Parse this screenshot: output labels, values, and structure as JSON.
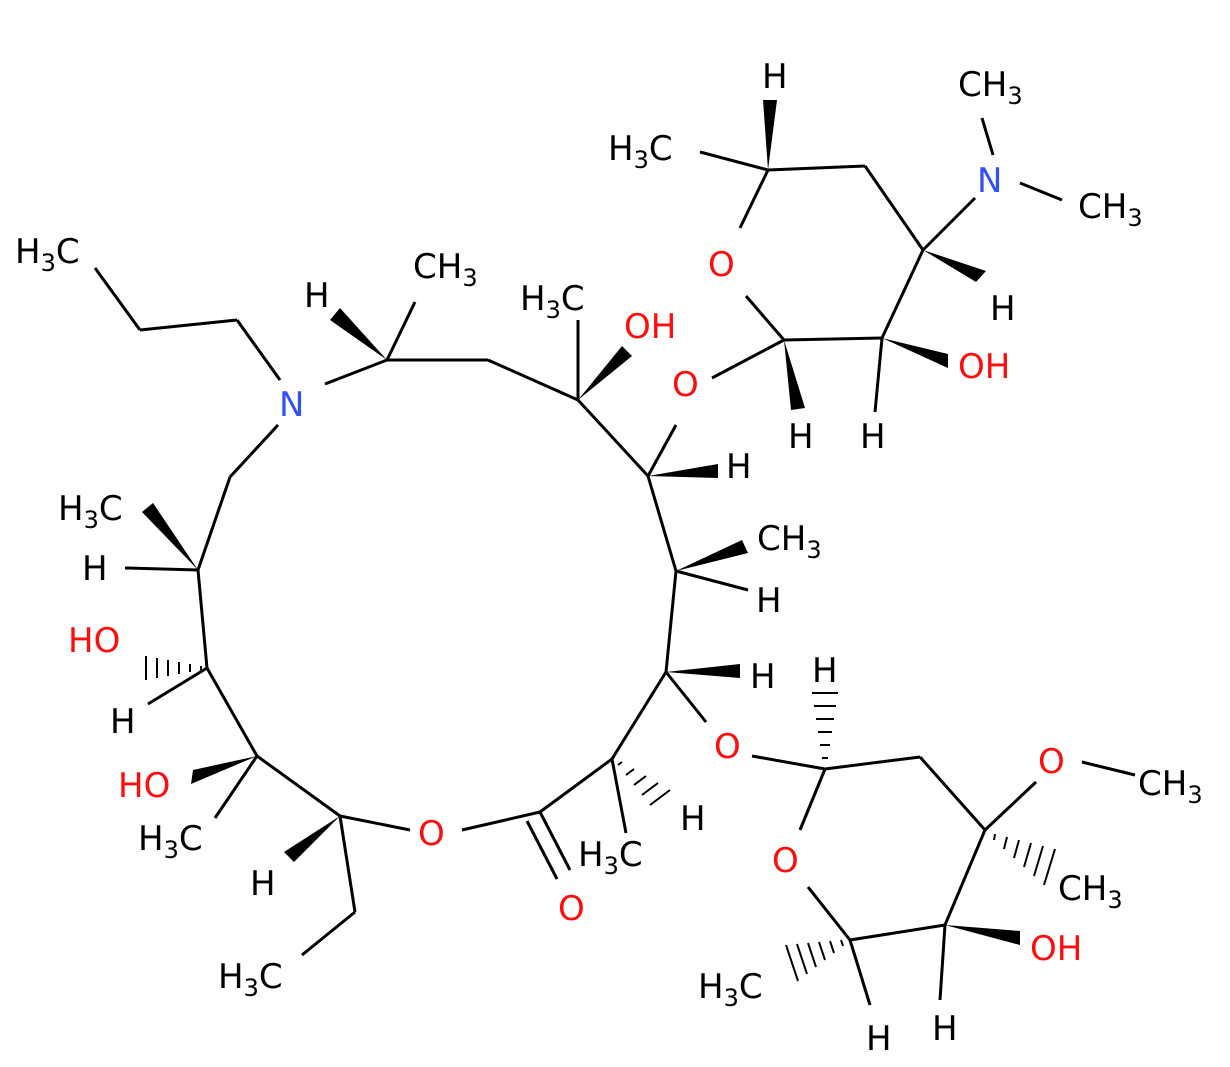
{
  "colors": {
    "carbon": "#000000",
    "oxygen": "#ff0d0d",
    "nitrogen": "#3050f8",
    "background": "#ffffff"
  },
  "atoms": [
    {
      "id": "n-ring",
      "el": "N",
      "text": "N"
    },
    {
      "id": "o-ester",
      "el": "O",
      "text": "O"
    },
    {
      "id": "o-carbonyl",
      "el": "O",
      "text": "O"
    },
    {
      "id": "o-link-upper",
      "el": "O",
      "text": "O"
    },
    {
      "id": "o-link-lower",
      "el": "O",
      "text": "O"
    },
    {
      "id": "o-ring-desosamine",
      "el": "O",
      "text": "O"
    },
    {
      "id": "o-ring-cladinose",
      "el": "O",
      "text": "O"
    },
    {
      "id": "o-methoxy",
      "el": "O",
      "text": "O"
    },
    {
      "id": "n-dimethylamino",
      "el": "N",
      "text": "N"
    }
  ],
  "groups": [
    {
      "id": "propyl-ch3",
      "el": "C",
      "main": "H",
      "sub": "3",
      "tail": "C"
    },
    {
      "id": "ethyl-ch3",
      "el": "C",
      "main": "H",
      "sub": "3",
      "tail": "C"
    },
    {
      "id": "c2-ch3",
      "el": "C",
      "main": "H",
      "sub": "3",
      "tail": "C"
    },
    {
      "id": "c4-ch3",
      "el": "C",
      "main": "CH",
      "sub": "3",
      "tail": ""
    },
    {
      "id": "c6-ch3",
      "el": "C",
      "main": "H",
      "sub": "3",
      "tail": "C"
    },
    {
      "id": "c8-ch3",
      "el": "C",
      "main": "CH",
      "sub": "3",
      "tail": ""
    },
    {
      "id": "c10-ch3",
      "el": "C",
      "main": "H",
      "sub": "3",
      "tail": "C"
    },
    {
      "id": "c12-ch3",
      "el": "C",
      "main": "H",
      "sub": "3",
      "tail": "C"
    },
    {
      "id": "nme-ch3-top",
      "el": "C",
      "main": "CH",
      "sub": "3",
      "tail": ""
    },
    {
      "id": "nme-ch3-right",
      "el": "C",
      "main": "CH",
      "sub": "3",
      "tail": ""
    },
    {
      "id": "desosamine-ch3",
      "el": "C",
      "main": "H",
      "sub": "3",
      "tail": "C"
    },
    {
      "id": "methoxy-ch3",
      "el": "C",
      "main": "CH",
      "sub": "3",
      "tail": ""
    },
    {
      "id": "cladinose-c3-ch3",
      "el": "C",
      "main": "CH",
      "sub": "3",
      "tail": ""
    },
    {
      "id": "cladinose-c5-ch3",
      "el": "C",
      "main": "H",
      "sub": "3",
      "tail": "C"
    },
    {
      "id": "oh-c6",
      "el": "O",
      "main": "OH",
      "sub": "",
      "tail": ""
    },
    {
      "id": "oh-c11",
      "el": "O",
      "main": "HO",
      "sub": "",
      "tail": ""
    },
    {
      "id": "oh-c12",
      "el": "O",
      "main": "HO",
      "sub": "",
      "tail": ""
    },
    {
      "id": "oh-desosamine",
      "el": "O",
      "main": "OH",
      "sub": "",
      "tail": ""
    },
    {
      "id": "oh-cladinose",
      "el": "O",
      "main": "OH",
      "sub": "",
      "tail": ""
    }
  ],
  "hydrogens": [
    "h-c9a",
    "h-c5",
    "h-c7",
    "h-c3",
    "h-c2",
    "h-c10",
    "h-c11",
    "h-c13",
    "h-des-c5",
    "h-des-c3",
    "h-des-c2",
    "h-des-c1",
    "h-clad-c1",
    "h-clad-c4",
    "h-clad-c5"
  ],
  "hydrogen_label": "H"
}
